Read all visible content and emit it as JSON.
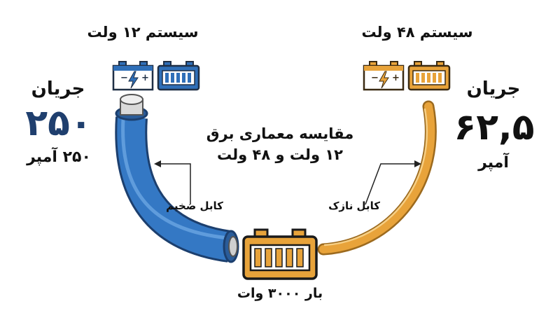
{
  "center_title": {
    "line1": "مقایسه معماری برق",
    "line2": "۱۲ ولت و ۴۸ ولت"
  },
  "left_system": {
    "title": "سیستم ۱۲ ولت",
    "current_label": "جریان",
    "current_value": "۲۵۰",
    "unit_line": "۲۵۰ آمپر",
    "cable_label": "کابل ضخیم",
    "color": "#2f6fb8",
    "icons": [
      "battery-plus-minus-icon",
      "battery-cells-icon"
    ]
  },
  "right_system": {
    "title": "سیستم ۴۸ ولت",
    "current_label": "جریان",
    "current_value": "۶۲,۵",
    "unit_line": "آمپر",
    "cable_label": "کابل نازک",
    "color": "#e8a33a",
    "icons": [
      "battery-plus-minus-icon",
      "battery-cells-icon"
    ]
  },
  "load": {
    "label": "بار ۳۰۰۰ وات",
    "color": "#e8a33a",
    "icon": "battery-cells-icon"
  }
}
